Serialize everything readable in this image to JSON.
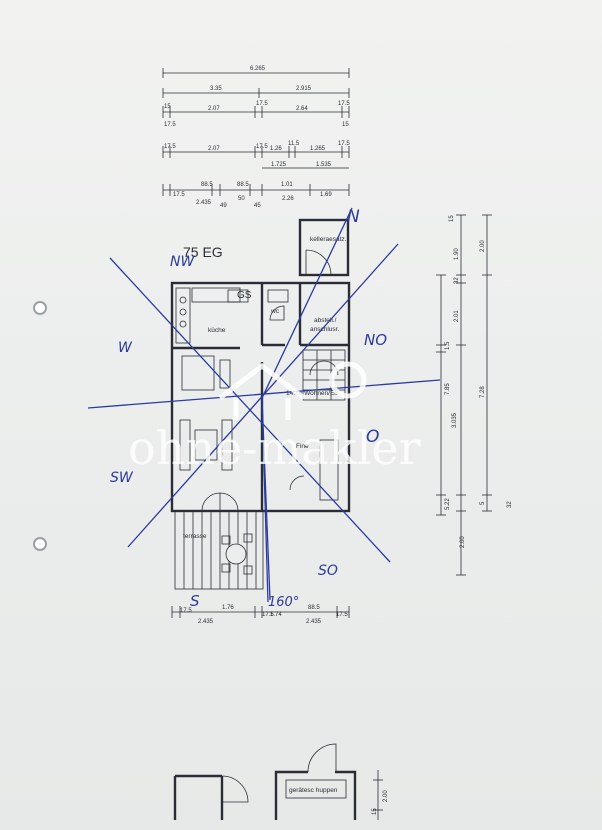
{
  "plan": {
    "title": "75 EG",
    "rooms": {
      "gs": "GS",
      "kueche": "küche",
      "wc": "wc",
      "abstell": "abstell./",
      "anschluss": "anschlusr.",
      "kellerersatz": "kelleraesatz.",
      "wohnen": "14.16 Wohnen/Eß",
      "flur": "Fine",
      "terrasse": "terrasse",
      "geraeteschuppen": "gerätesc huppen"
    },
    "dims_top": {
      "total": "6.265",
      "row2": [
        "3.35",
        "2.915"
      ],
      "row3": [
        "15",
        "2.07",
        "17.5",
        "2.64",
        "17.5"
      ],
      "row3b": [
        "17.5",
        "15"
      ],
      "row4": [
        "17.5",
        "2.07",
        "17.5",
        "1.26",
        "11.5",
        "1.265",
        "17.5"
      ],
      "row4b": [
        "1.725",
        "1.535"
      ],
      "row5": [
        "17.5",
        "88.5",
        "88.5",
        "1.01"
      ],
      "row5b": [
        "2.435",
        "49",
        "50",
        "45",
        "2.26",
        "1.69"
      ]
    },
    "dims_bottom": {
      "row1": [
        "17.5",
        "1.76",
        "17.5",
        "88.5",
        "17.5"
      ],
      "row2": [
        "2.435",
        "1.74",
        "2.435"
      ]
    },
    "dims_right": {
      "col1": [
        "7.85",
        "1.5",
        "3.035",
        "5.22"
      ],
      "col2": [
        "1.90",
        "32",
        "2.01",
        "15"
      ],
      "col3": [
        "2.00",
        "7.28",
        "5",
        "32"
      ],
      "bottom": "2.00",
      "shed": [
        "15",
        "2.00"
      ]
    },
    "compass": {
      "n": "N",
      "no": "NO",
      "o": "O",
      "so": "SO",
      "s": "S",
      "sw": "SW",
      "w": "W",
      "nw": "NW",
      "angle": "160°"
    },
    "watermark": "ohne-makler"
  }
}
